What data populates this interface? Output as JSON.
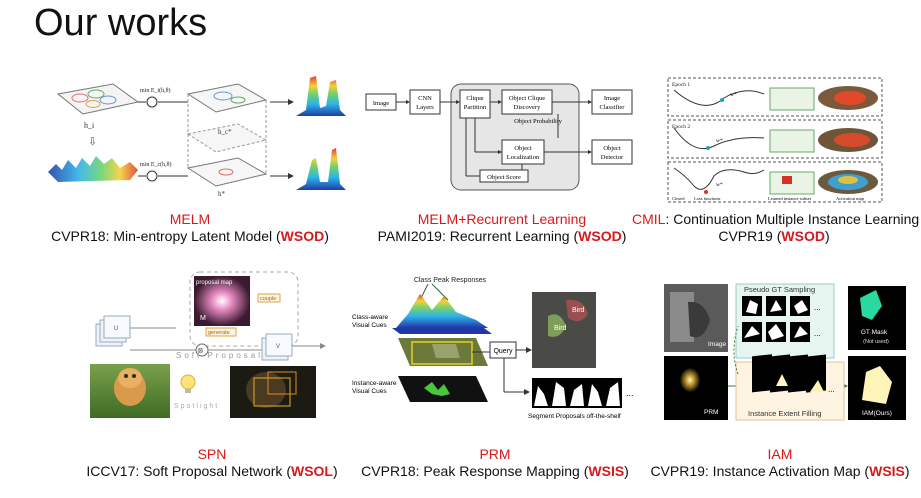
{
  "slide": {
    "title": "Our works"
  },
  "works": [
    {
      "name": "MELM",
      "venue": "CVPR18: Min-entropy Latent Model (",
      "tag": "WSOD",
      "close": ")"
    },
    {
      "name": "MELM+Recurrent Learning",
      "venue": "PAMI2019: Recurrent Learning (",
      "tag": "WSOD",
      "close": ")"
    },
    {
      "name": "CMIL",
      "line1_rest": ": Continuation Multiple Instance Learning",
      "venue": "CVPR19 (",
      "tag": "WSOD",
      "close": ")"
    },
    {
      "name": "SPN",
      "venue": "ICCV17: Soft Proposal Network (",
      "tag": "WSOL",
      "close": ")"
    },
    {
      "name": "PRM",
      "venue": "CVPR18: Peak Response Mapping (",
      "tag": "WSIS",
      "close": ")"
    },
    {
      "name": "IAM",
      "venue": "CVPR19: Instance Activation Map (",
      "tag": "WSIS",
      "close": ")"
    }
  ],
  "figures": {
    "melm": {
      "eq_top": "min E_i(h,θ)",
      "eq_bottom": "min E_c(h,θ)",
      "h_top": "h_i",
      "h_mid": "h_c*",
      "h_bot": "h*"
    },
    "recurrent": {
      "image": "Image",
      "cnn": "CNN Layers",
      "clique": "Clique Partition",
      "discovery": "Object Clique Discovery",
      "classifier": "Image Classifier",
      "probability": "Object Probability",
      "localization": "Object Localization",
      "detector": "Object Detector",
      "score": "Object Score"
    },
    "cmil": {
      "epoch1": "Epoch 1",
      "epoch2": "Epoch 2",
      "w1": "w*",
      "w2": "w*",
      "w3": "w*",
      "closed": "Closed",
      "loss": "Loss functions",
      "subset": "Learned instance subset",
      "activation": "Activation map"
    },
    "spn": {
      "proposal_map": "proposal map",
      "generate": "generate",
      "couple": "couple",
      "soft_proposal": "Soft Proposal",
      "spotlight": "Spotlight",
      "m": "M",
      "u": "U",
      "v": "V"
    },
    "prm": {
      "peaks": "Class Peak Responses",
      "class_cues": "Class-aware Visual Cues",
      "instance_cues": "Instance-aware Visual Cues",
      "query": "Query",
      "bird1": "Bird",
      "bird2": "Bird",
      "segments": "Segment Proposals off-the-shelf",
      "dots": "..."
    },
    "iam": {
      "sampling": "Pseudo GT Sampling",
      "image": "Image",
      "prm": "PRM",
      "filling": "Instance Extent Filling",
      "gt_mask": "GT Mask",
      "not_used": "(Not used)",
      "iam_ours": "IAM(Ours)",
      "dots": "..."
    }
  }
}
